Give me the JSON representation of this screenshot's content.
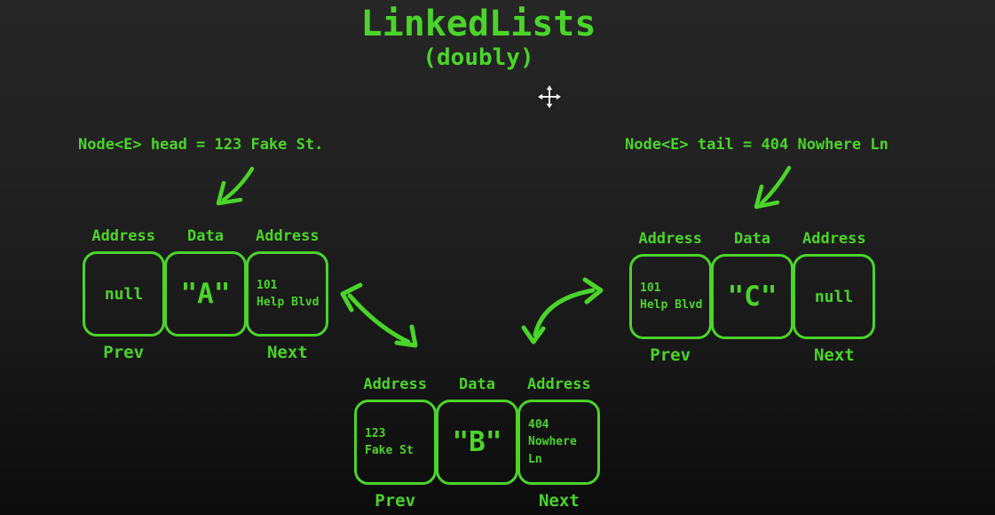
{
  "colors": {
    "accent": "#4bd42a",
    "cursor": "#ededed",
    "background_top": "#262626",
    "background_bottom": "#0c0c0c"
  },
  "title": {
    "main": "LinkedLists",
    "sub": "(doubly)"
  },
  "annotations": {
    "head": "Node<E> head = 123 Fake St.",
    "tail": "Node<E> tail = 404 Nowhere Ln"
  },
  "labels": {
    "address": "Address",
    "data": "Data",
    "prev": "Prev",
    "next": "Next"
  },
  "nodes": [
    {
      "name": "node-a",
      "data": "\"A\"",
      "prev_lines": [
        "null"
      ],
      "next_lines": [
        "101",
        "Help Blvd"
      ]
    },
    {
      "name": "node-b",
      "data": "\"B\"",
      "prev_lines": [
        "123",
        "Fake St"
      ],
      "next_lines": [
        "404",
        "Nowhere Ln"
      ]
    },
    {
      "name": "node-c",
      "data": "\"C\"",
      "prev_lines": [
        "101",
        "Help Blvd"
      ],
      "next_lines": [
        "null"
      ]
    }
  ],
  "icons": {
    "move_cursor": "move-cursor",
    "head_arrow": "arrow-down-left",
    "tail_arrow": "arrow-down-left",
    "link_ab": "double-curved-arrow",
    "link_bc": "double-curved-arrow"
  }
}
